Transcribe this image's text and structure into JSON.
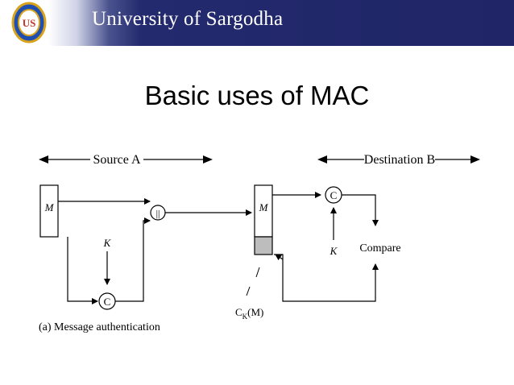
{
  "header": {
    "logo_text": "US",
    "university_name": "University of Sargodha",
    "colors": {
      "bar": "#1f2566",
      "logo_blue": "#1e4fb0",
      "logo_gold": "#d8a31c"
    }
  },
  "slide": {
    "title": "Basic uses of MAC"
  },
  "diagram": {
    "source_label": "Source A",
    "destination_label": "Destination B",
    "message_label_source": "M",
    "message_label_dest": "M",
    "concat_symbol": "||",
    "key_label_source": "K",
    "key_label_dest": "K",
    "mac_function_source": "C",
    "mac_function_dest": "C",
    "compare_label": "Compare",
    "mac_value_label_main": "C",
    "mac_value_label_sub": "K",
    "mac_value_label_arg": "(M)",
    "caption": "(a) Message authentication"
  }
}
